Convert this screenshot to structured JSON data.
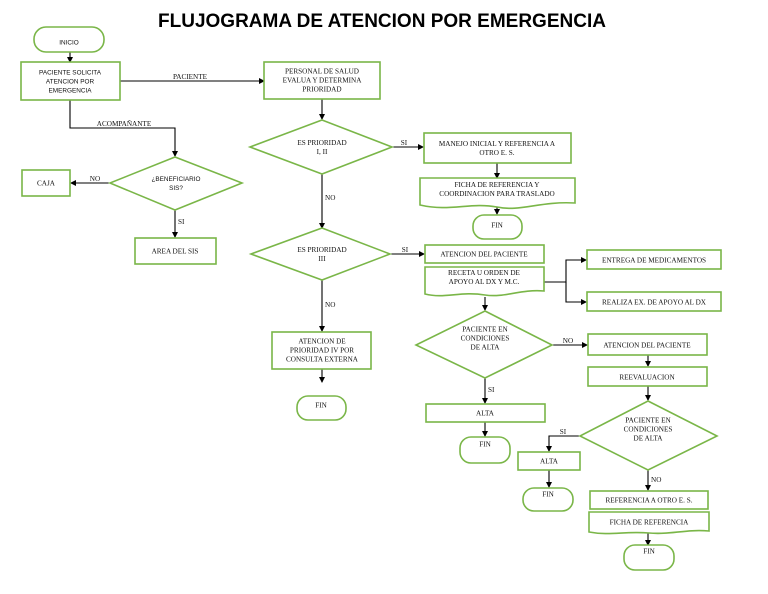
{
  "title": "FLUJOGRAMA DE ATENCION POR EMERGENCIA",
  "colors": {
    "shape_stroke": "#7ab648",
    "connector": "#000000",
    "background": "#ffffff"
  },
  "nodes": {
    "inicio": {
      "type": "terminator",
      "lines": [
        "INICIO"
      ]
    },
    "paciente_solicita": {
      "type": "process",
      "lines": [
        "PACIENTE SOLICITA",
        "ATENCION POR",
        "EMERGENCIA"
      ]
    },
    "beneficiario_sis": {
      "type": "decision",
      "lines": [
        "¿BENEFICIARIO",
        "SIS?"
      ]
    },
    "caja": {
      "type": "process",
      "lines": [
        "CAJA"
      ]
    },
    "area_sis": {
      "type": "process",
      "lines": [
        "AREA DEL SIS"
      ]
    },
    "personal_salud": {
      "type": "process",
      "lines": [
        "PERSONAL DE SALUD",
        "EVALUA Y DETERMINA",
        "PRIORIDAD"
      ]
    },
    "prioridad_1_2": {
      "type": "decision",
      "lines": [
        "ES PRIORIDAD",
        "I, II"
      ]
    },
    "manejo_inicial": {
      "type": "process",
      "lines": [
        "MANEJO INICIAL Y REFERENCIA A",
        "OTRO E. S."
      ]
    },
    "ficha_traslado": {
      "type": "document",
      "lines": [
        "FICHA DE REFERENCIA Y",
        "COORDINACION PARA TRASLADO"
      ]
    },
    "fin_1": {
      "type": "terminator",
      "lines": [
        "FIN"
      ]
    },
    "prioridad_3": {
      "type": "decision",
      "lines": [
        "ES PRIORIDAD",
        "III"
      ]
    },
    "atencion_paciente_1": {
      "type": "process",
      "lines": [
        "ATENCION DEL PACIENTE"
      ]
    },
    "receta": {
      "type": "document",
      "lines": [
        "RECETA U ORDEN DE",
        "APOYO AL DX Y M.C."
      ]
    },
    "entrega_medicamentos": {
      "type": "process",
      "lines": [
        "ENTREGA DE MEDICAMENTOS"
      ]
    },
    "realiza_apoyo": {
      "type": "process",
      "lines": [
        "REALIZA EX. DE APOYO AL DX"
      ]
    },
    "prioridad_4": {
      "type": "process",
      "lines": [
        "ATENCION DE",
        "PRIORIDAD IV POR",
        "CONSULTA EXTERNA"
      ]
    },
    "fin_2": {
      "type": "terminator",
      "lines": [
        "FIN"
      ]
    },
    "condiciones_alta_1": {
      "type": "decision",
      "lines": [
        "PACIENTE EN",
        "CONDICIONES",
        "DE ALTA"
      ]
    },
    "alta_1": {
      "type": "process",
      "lines": [
        "ALTA"
      ]
    },
    "fin_3": {
      "type": "terminator",
      "lines": [
        "FIN"
      ]
    },
    "atencion_paciente_2": {
      "type": "process",
      "lines": [
        "ATENCION DEL PACIENTE"
      ]
    },
    "reevaluacion": {
      "type": "process",
      "lines": [
        "REEVALUACION"
      ]
    },
    "condiciones_alta_2": {
      "type": "decision",
      "lines": [
        "PACIENTE EN",
        "CONDICIONES",
        "DE ALTA"
      ]
    },
    "alta_2": {
      "type": "process",
      "lines": [
        "ALTA"
      ]
    },
    "fin_4": {
      "type": "terminator",
      "lines": [
        "FIN"
      ]
    },
    "referencia_otro": {
      "type": "process",
      "lines": [
        "REFERENCIA A OTRO E. S."
      ]
    },
    "ficha_referencia": {
      "type": "document",
      "lines": [
        "FICHA DE REFERENCIA"
      ]
    },
    "fin_5": {
      "type": "terminator",
      "lines": [
        "FIN"
      ]
    }
  },
  "edge_labels": {
    "paciente": "PACIENTE",
    "acompanante": "ACOMPAÑANTE",
    "sis_no": "NO",
    "sis_si": "SI",
    "p12_si": "SI",
    "p12_no": "NO",
    "p3_si": "SI",
    "p3_no": "NO",
    "alta1_no": "NO",
    "alta1_si": "SI",
    "alta2_si": "SI",
    "alta2_no": "NO"
  }
}
